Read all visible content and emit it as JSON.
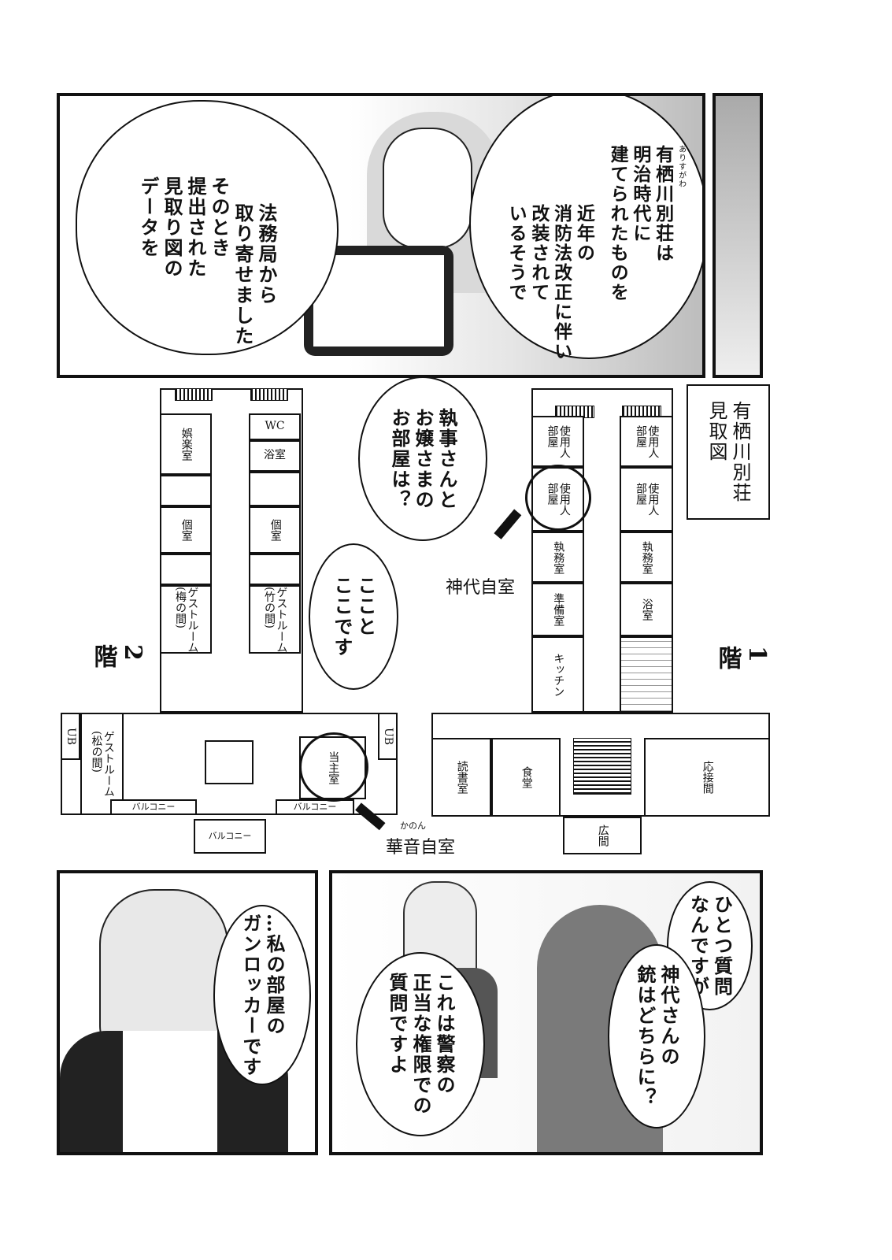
{
  "panel1": {
    "bubble_left_a": "そのとき\n提出された\n見取り図の\nデータを",
    "bubble_left_b": "法務局から\n取り寄せました",
    "bubble_right_a": "有栖川別荘は\n明治時代に\n建てられたものを",
    "bubble_right_a_ruby": "ありすがわ",
    "bubble_right_b": "近年の\n消防法改正に伴い\n改装されて\nいるそうで"
  },
  "map": {
    "title": "有栖川別荘\n見取図",
    "floor2": {
      "label": "2\n階",
      "rooms": [
        "娯楽室",
        "WC",
        "浴室",
        "個室",
        "個室",
        "ゲストルーム\n(梅の間)",
        "ゲストルーム\n(竹の間)",
        "ゲストルーム\n(松の間)",
        "UB",
        "UB",
        "当主室",
        "バルコニー",
        "バルコニー",
        "バルコニー"
      ]
    },
    "floor1": {
      "label": "1\n階",
      "rooms": [
        "使用人\n部屋",
        "使用人\n部屋",
        "使用人\n部屋",
        "使用人\n部屋",
        "執務室",
        "執務室",
        "準備室",
        "浴室",
        "キッチン",
        "読書室",
        "食堂",
        "広間",
        "応接間"
      ]
    },
    "bubble_question": "執事さんと\nお嬢さまの\nお部屋は？",
    "bubble_answer": "ここと\nここです",
    "callout_kamishiro": "神代自室",
    "callout_kanon": "華音自室",
    "callout_kanon_ruby": "かのん"
  },
  "panel3": {
    "bubble": "…私の部屋の\nガンロッカーです"
  },
  "panel4": {
    "bubble_a": "ひとつ質問\nなんですが",
    "bubble_b": "神代さんの\n銃はどちらに？",
    "bubble_c": "これは警察の\n正当な権限での\n質問ですよ"
  }
}
